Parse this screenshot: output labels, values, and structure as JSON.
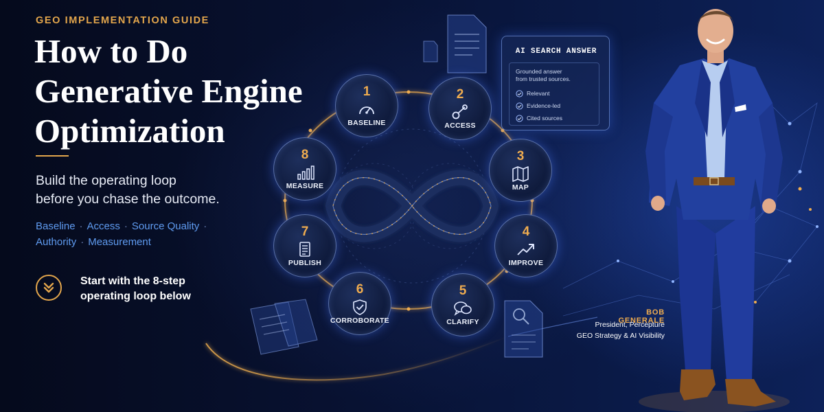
{
  "eyebrow": "GEO IMPLEMENTATION GUIDE",
  "headline": {
    "line1": "How to Do",
    "line2": "Generative Engine",
    "line3": "Optimization"
  },
  "subhead": {
    "line1": "Build the operating loop",
    "line2": "before you chase the outcome."
  },
  "pillars": [
    "Baseline",
    "Access",
    "Source Quality",
    "Authority",
    "Measurement"
  ],
  "cta": {
    "line1": "Start with the 8-step",
    "line2": "operating loop below",
    "icon": "double-chevron-down-icon"
  },
  "steps": [
    {
      "num": "1",
      "label": "BASELINE",
      "icon": "gauge-icon"
    },
    {
      "num": "2",
      "label": "ACCESS",
      "icon": "key-icon"
    },
    {
      "num": "3",
      "label": "MAP",
      "icon": "map-icon"
    },
    {
      "num": "4",
      "label": "IMPROVE",
      "icon": "trend-up-icon"
    },
    {
      "num": "5",
      "label": "CLARIFY",
      "icon": "chat-bubbles-icon"
    },
    {
      "num": "6",
      "label": "CORROBORATE",
      "icon": "shield-check-icon"
    },
    {
      "num": "7",
      "label": "PUBLISH",
      "icon": "document-icon"
    },
    {
      "num": "8",
      "label": "MEASURE",
      "icon": "bar-chart-icon"
    }
  ],
  "ai_card": {
    "title": "AI SEARCH ANSWER",
    "desc_line1": "Grounded answer",
    "desc_line2": "from trusted sources.",
    "checks": [
      "Relevant",
      "Evidence-led",
      "Cited sources"
    ]
  },
  "person": {
    "name": "BOB GENERALE",
    "role_line1": "President, Percepture",
    "role_line2": "GEO Strategy & AI Visibility"
  },
  "colors": {
    "accent_gold": "#e3a64c",
    "accent_blue": "#5f9bf0",
    "suit_blue": "#1e3a9e",
    "background": "#081233"
  }
}
